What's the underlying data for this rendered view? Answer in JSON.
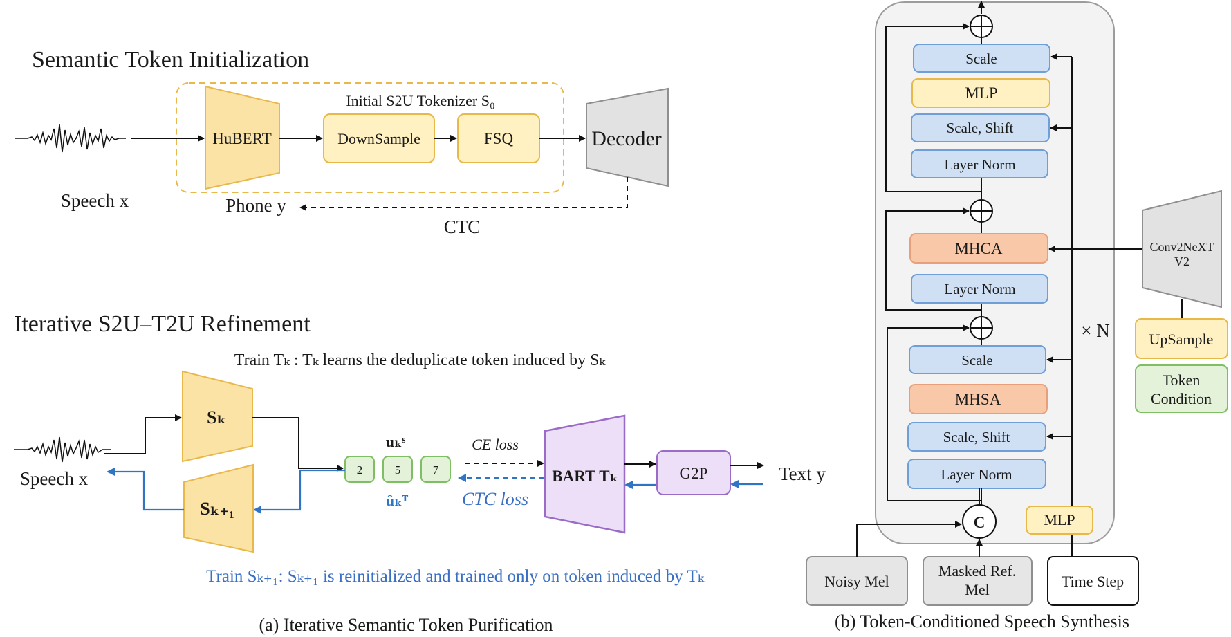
{
  "left": {
    "init_title": "Semantic Token Initialization",
    "init_tokenizer_label": "Initial S2U Tokenizer S₀",
    "hubert": "HuBERT",
    "downsample": "DownSample",
    "fsq": "FSQ",
    "decoder": "Decoder",
    "speech_x_top": "Speech x",
    "phone_y": "Phone y",
    "ctc": "CTC",
    "refine_title": "Iterative S2U–T2U Refinement",
    "train_tk_caption": "Train Tₖ : Tₖ learns the deduplicate token induced by Sₖ",
    "sk": "Sₖ",
    "sk1": "Sₖ₊₁",
    "speech_x_bottom": "Speech x",
    "tokens": [
      "2",
      "5",
      "7"
    ],
    "u_ks": "uₖˢ",
    "u_hat_kt": "ûₖᵀ",
    "ce_loss": "CE loss",
    "ctc_loss": "CTC loss",
    "bart": "BART Tₖ",
    "g2p": "G2P",
    "text_y": "Text y",
    "train_sk1_caption": "Train Sₖ₊₁: Sₖ₊₁ is reinitialized and trained only on token induced by Tₖ",
    "caption_a": "(a) Iterative Semantic Token Purification"
  },
  "right": {
    "scale_top": "Scale",
    "mlp_top": "MLP",
    "scale_shift_top": "Scale, Shift",
    "layer_norm_top": "Layer Norm",
    "mhca": "MHCA",
    "layer_norm_mid": "Layer Norm",
    "scale_mid": "Scale",
    "mhsa": "MHSA",
    "scale_shift_bottom": "Scale, Shift",
    "layer_norm_bottom": "Layer Norm",
    "concat": "C",
    "repeat": "× N",
    "conv_line1": "Conv2NeXT",
    "conv_line2": "V2",
    "upsample": "UpSample",
    "token_cond_line1": "Token",
    "token_cond_line2": "Condition",
    "mlp_bottom": "MLP",
    "noisy_mel": "Noisy Mel",
    "masked_line1": "Masked Ref.",
    "masked_line2": "Mel",
    "time_step": "Time Step",
    "caption_b": "(b) Token-Conditioned Speech Synthesis"
  },
  "colors": {
    "blue_box": "#cfe0f5",
    "yellow_box": "#fff1c2",
    "orange_box": "#f8c8a8",
    "green_box": "#e4f2da",
    "purple_trap": "#ecdff7",
    "blue_accent": "#2f75c4"
  }
}
